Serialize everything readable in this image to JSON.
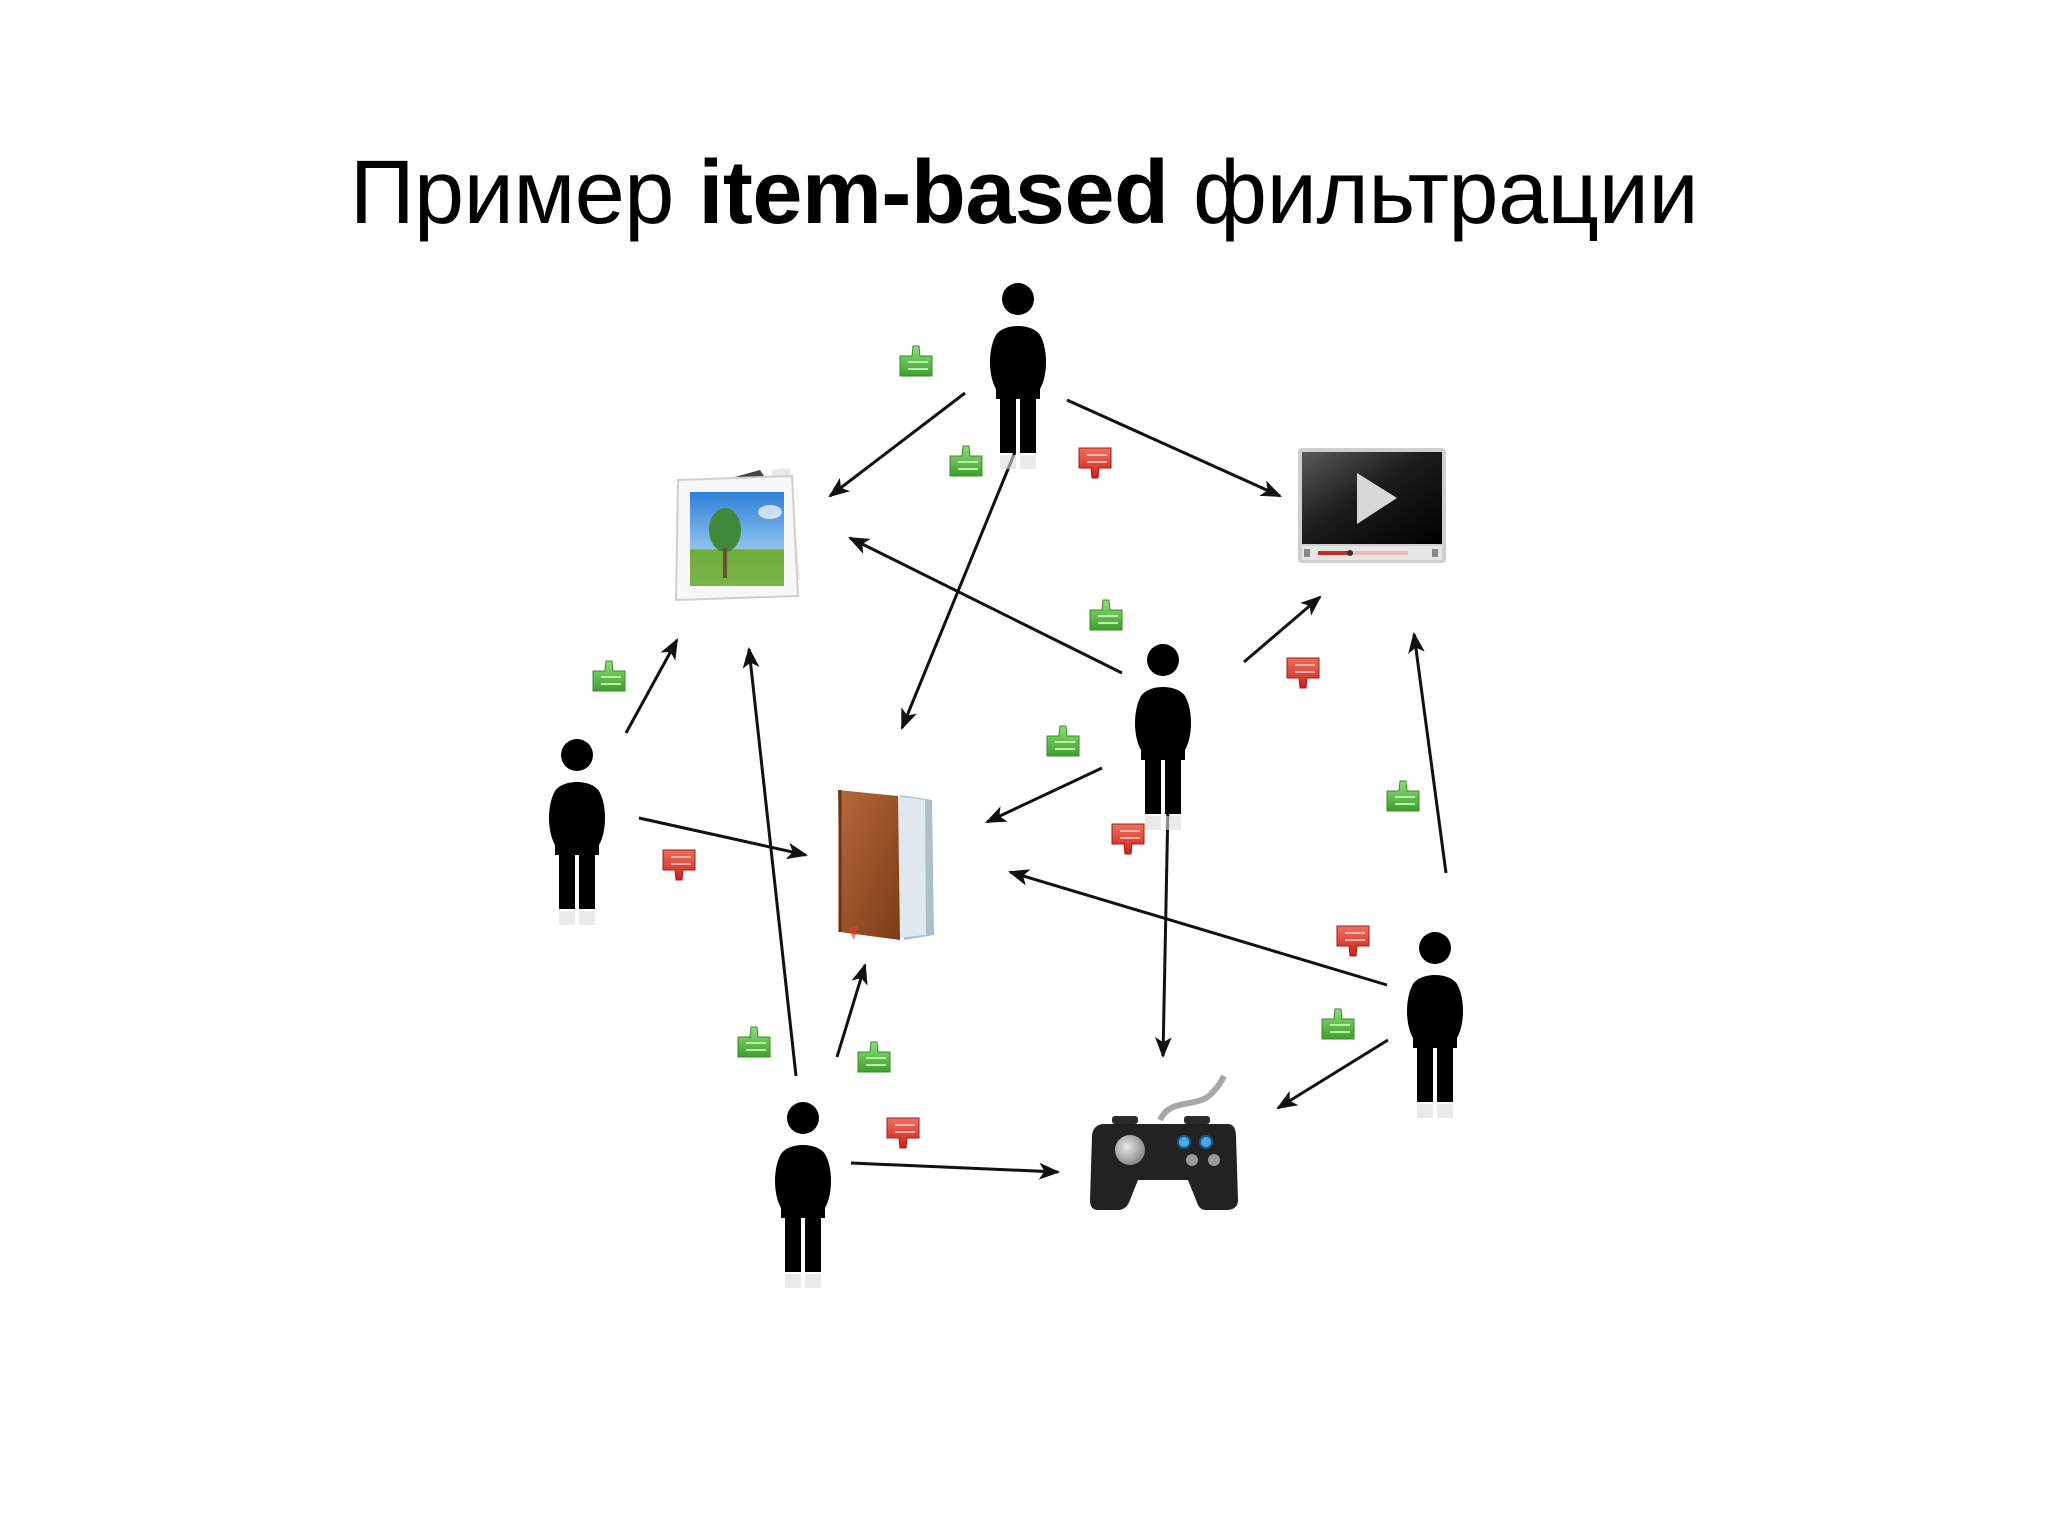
{
  "slide": {
    "title": {
      "prefix": "Пример ",
      "bold": "item-based",
      "suffix": " фильтрации"
    }
  },
  "legend": {
    "like_icon": "thumbs-up-icon",
    "dislike_icon": "thumbs-down-icon",
    "like_color": "#4caf3a",
    "dislike_color": "#e0302a"
  },
  "diagram": {
    "items": [
      {
        "id": "photo",
        "icon": "photo-icon"
      },
      {
        "id": "video",
        "icon": "video-player-icon"
      },
      {
        "id": "book",
        "icon": "book-icon"
      },
      {
        "id": "game",
        "icon": "gamepad-icon"
      }
    ],
    "users": [
      {
        "id": "user-top",
        "icon": "person-icon"
      },
      {
        "id": "user-left",
        "icon": "person-icon"
      },
      {
        "id": "user-center",
        "icon": "person-icon"
      },
      {
        "id": "user-right",
        "icon": "person-icon"
      },
      {
        "id": "user-bottom",
        "icon": "person-icon"
      }
    ],
    "ratings": [
      {
        "user": "user-top",
        "item": "photo",
        "rating": "like"
      },
      {
        "user": "user-top",
        "item": "book",
        "rating": "like"
      },
      {
        "user": "user-top",
        "item": "video",
        "rating": "dislike"
      },
      {
        "user": "user-left",
        "item": "photo",
        "rating": "like"
      },
      {
        "user": "user-left",
        "item": "book",
        "rating": "dislike"
      },
      {
        "user": "user-center",
        "item": "photo",
        "rating": "like"
      },
      {
        "user": "user-center",
        "item": "book",
        "rating": "like"
      },
      {
        "user": "user-center",
        "item": "video",
        "rating": "dislike"
      },
      {
        "user": "user-center",
        "item": "game",
        "rating": "dislike"
      },
      {
        "user": "user-right",
        "item": "video",
        "rating": "like"
      },
      {
        "user": "user-right",
        "item": "book",
        "rating": "dislike"
      },
      {
        "user": "user-right",
        "item": "game",
        "rating": "like"
      },
      {
        "user": "user-bottom",
        "item": "photo",
        "rating": "like"
      },
      {
        "user": "user-bottom",
        "item": "book",
        "rating": "like"
      },
      {
        "user": "user-bottom",
        "item": "game",
        "rating": "dislike"
      }
    ]
  }
}
